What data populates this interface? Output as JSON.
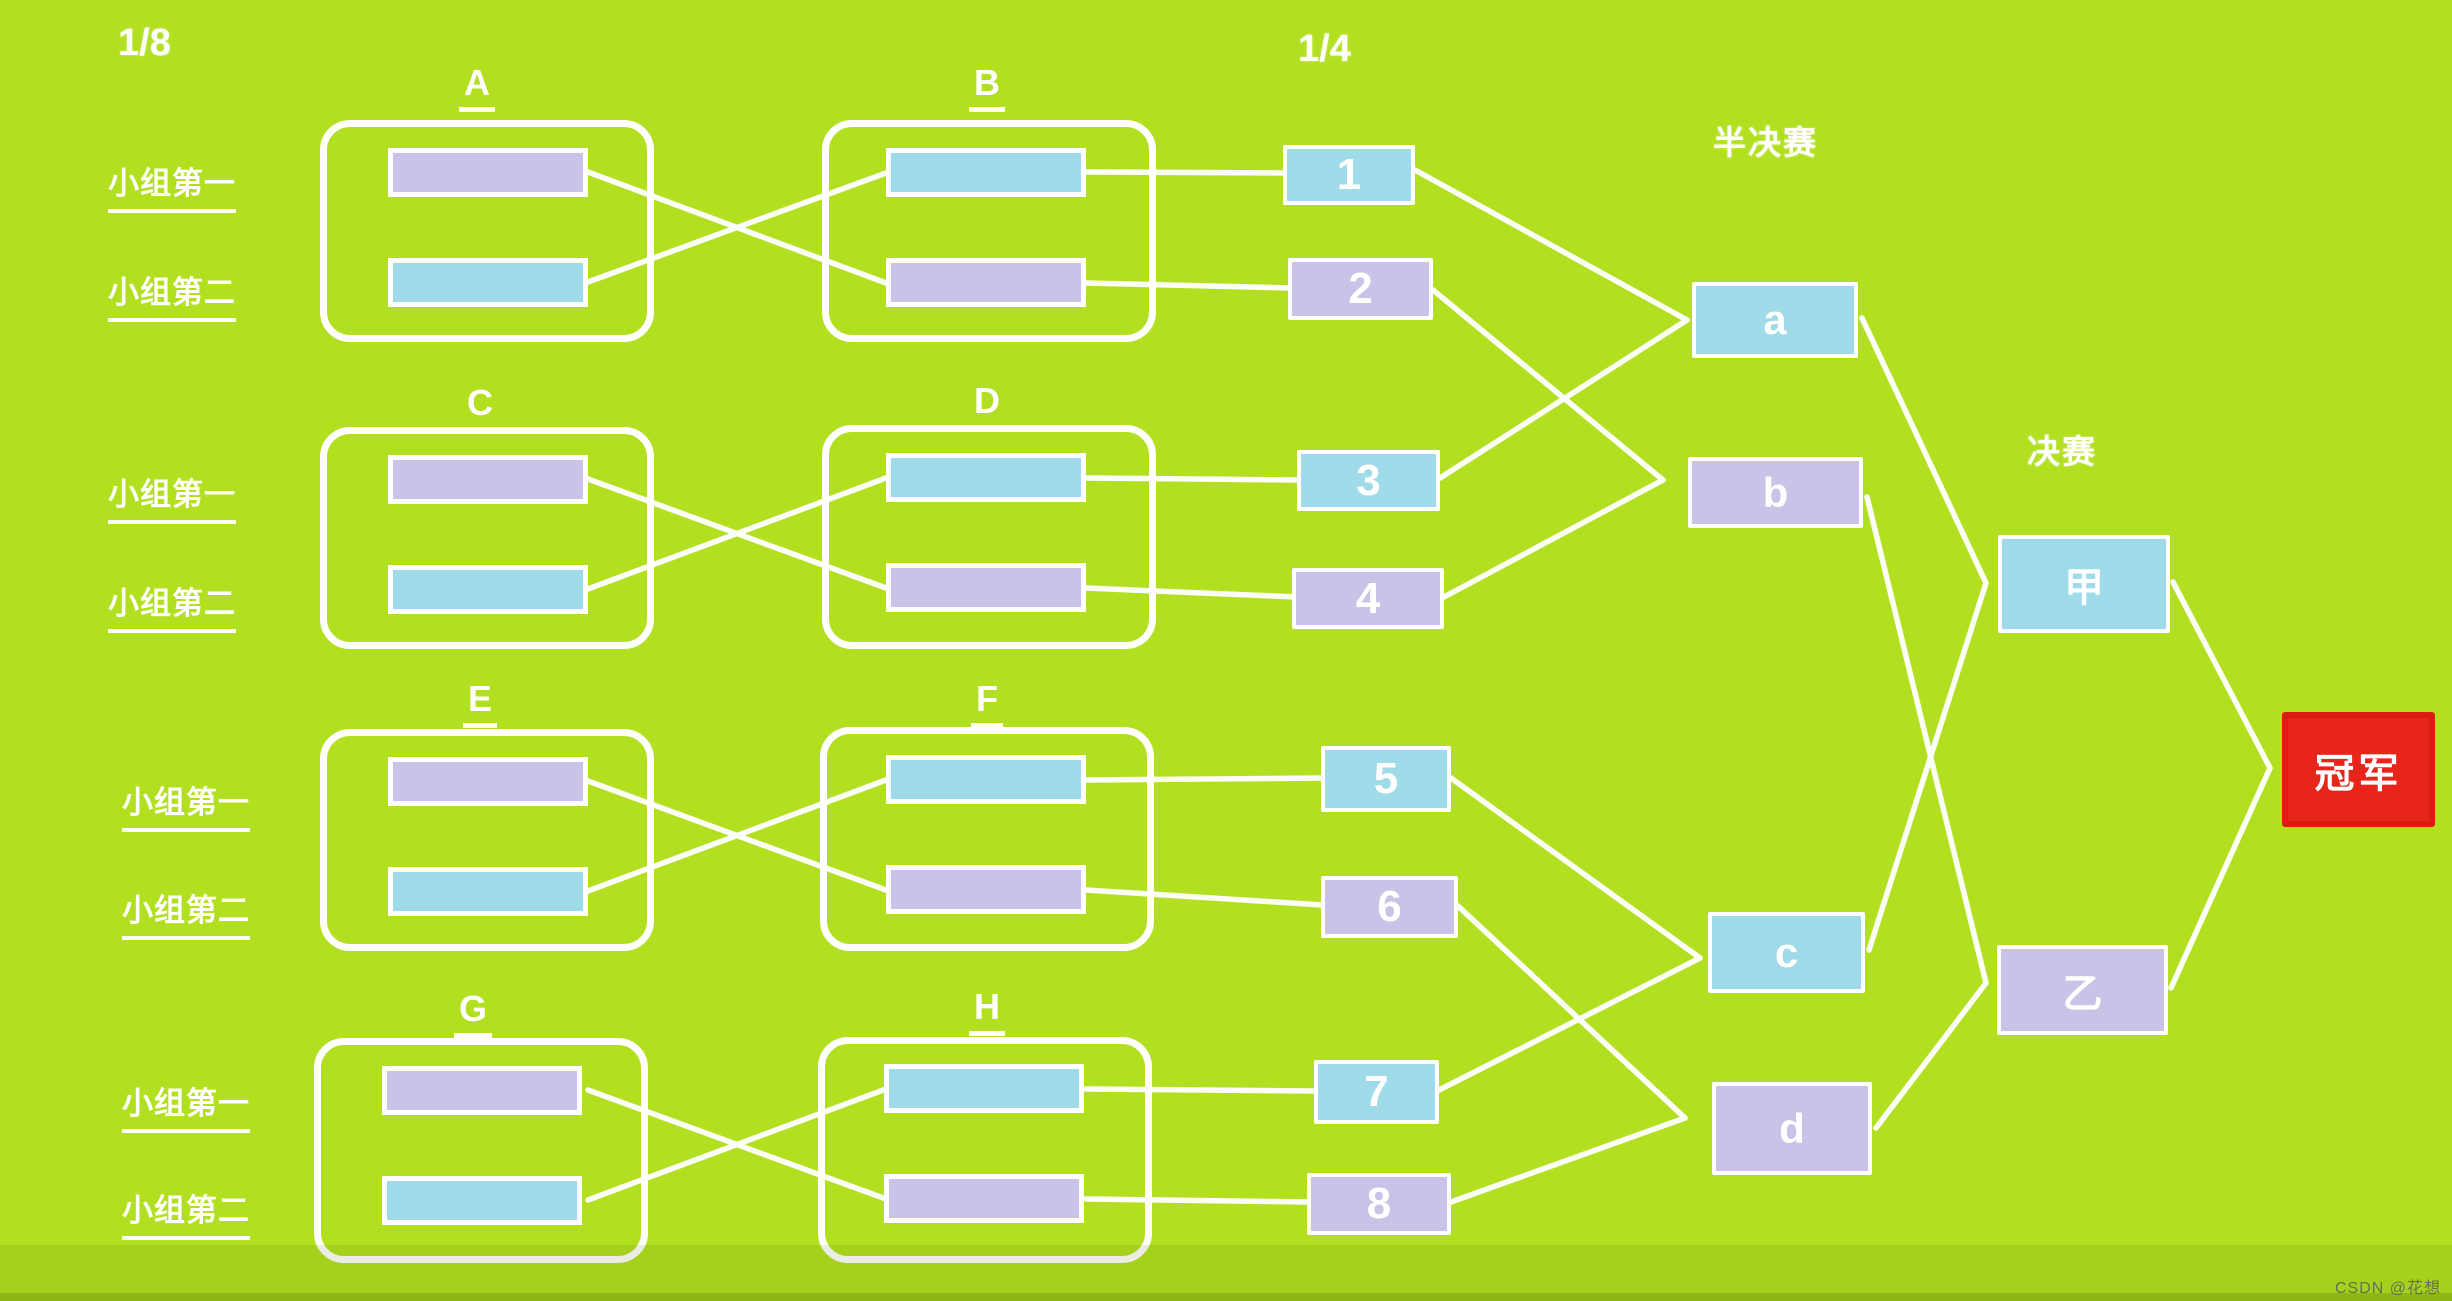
{
  "labels": {
    "round_of_16": "1/8",
    "quarterfinal": "1/4",
    "semifinal": "半决赛",
    "final": "决赛"
  },
  "row_labels": {
    "first": "小组第一",
    "second": "小组第二"
  },
  "groups": [
    {
      "letter": "A"
    },
    {
      "letter": "B"
    },
    {
      "letter": "C"
    },
    {
      "letter": "D"
    },
    {
      "letter": "E"
    },
    {
      "letter": "F"
    },
    {
      "letter": "G"
    },
    {
      "letter": "H"
    }
  ],
  "qf_slots": [
    {
      "label": "1"
    },
    {
      "label": "2"
    },
    {
      "label": "3"
    },
    {
      "label": "4"
    },
    {
      "label": "5"
    },
    {
      "label": "6"
    },
    {
      "label": "7"
    },
    {
      "label": "8"
    }
  ],
  "sf_slots": [
    {
      "label": "a"
    },
    {
      "label": "b"
    },
    {
      "label": "c"
    },
    {
      "label": "d"
    }
  ],
  "final_slots": [
    {
      "label": "甲"
    },
    {
      "label": "乙"
    }
  ],
  "champion_label": "冠军",
  "watermark": "CSDN @花想云",
  "colors": {
    "background": "#b2e021",
    "cyan": "#9fdbe8",
    "purple": "#c9c4e7",
    "champion_red": "#e8251a",
    "line": "#ffffff"
  }
}
